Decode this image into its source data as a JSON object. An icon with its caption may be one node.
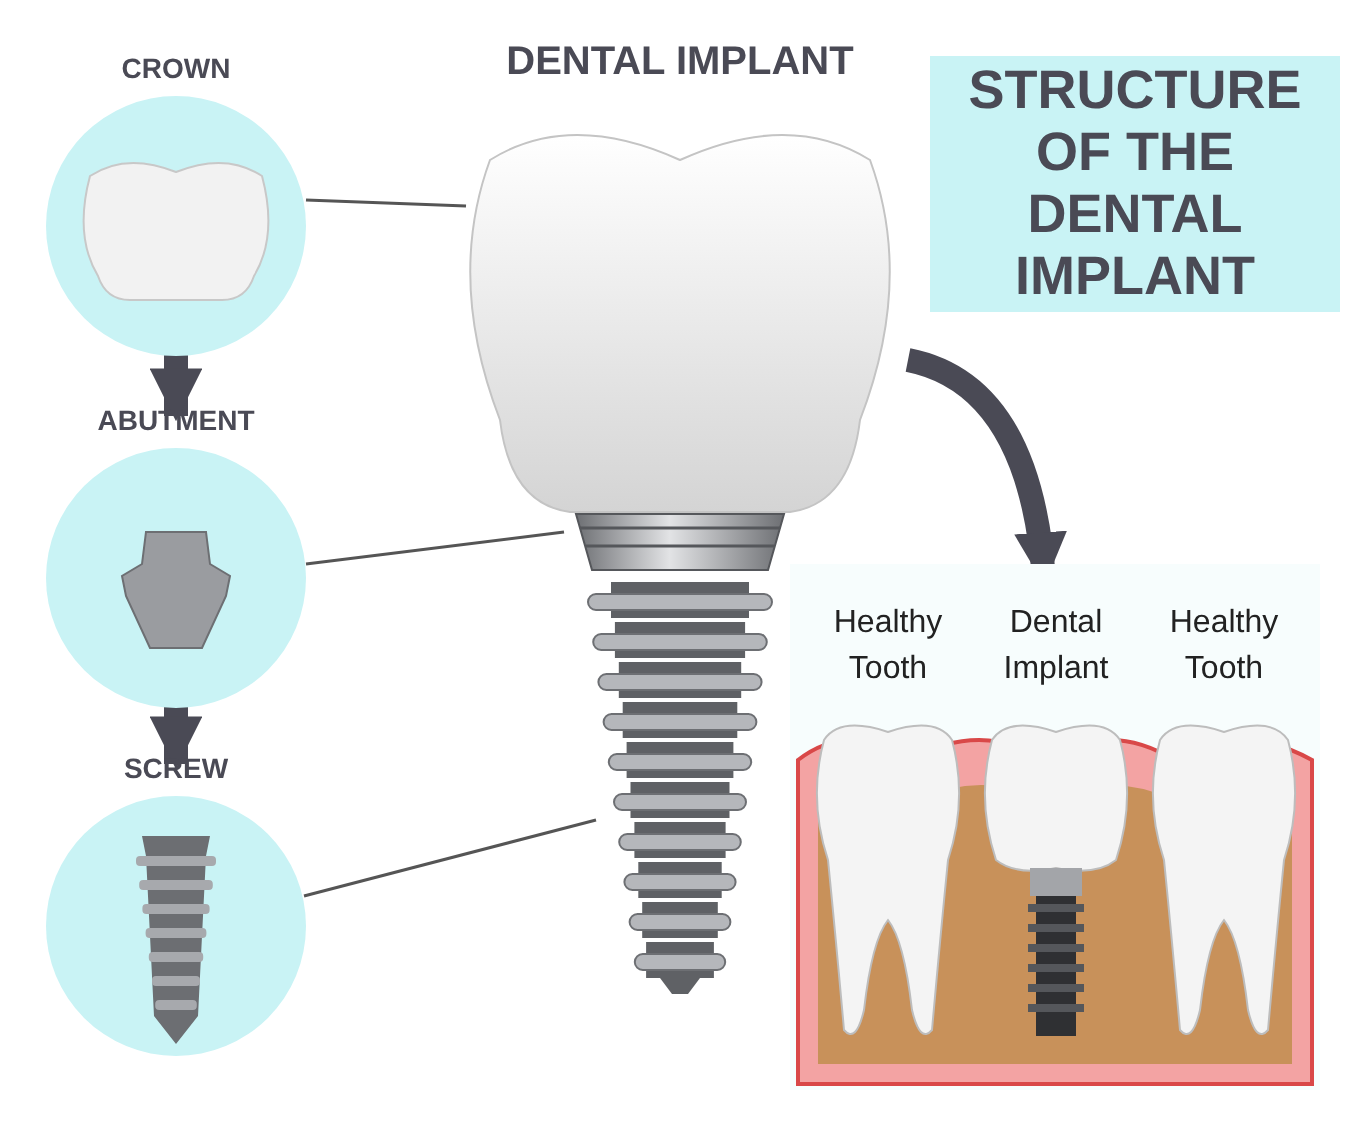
{
  "diagram": {
    "title": "STRUCTURE OF THE DENTAL IMPLANT",
    "nodes": [
      {
        "text": [
          "CROWN"
        ]
      },
      {
        "text": [
          "ABUTMENT"
        ]
      },
      {
        "text": [
          "SCREW"
        ]
      },
      {
        "text": [
          "DENTAL IMPLANT"
        ]
      },
      {
        "text": [],
        "shape": "picture",
        "in": 3
      },
      {
        "text": [],
        "shape": "picture",
        "in": 3
      },
      {
        "text": [],
        "shape": "picture",
        "in": 3
      },
      {
        "text": [],
        "shape": "picture"
      },
      {
        "text": [
          "Healthy Tooth"
        ],
        "in": 7
      },
      {
        "text": [
          "Dental Implant"
        ],
        "in": 7
      },
      {
        "text": [
          "Healthy Tooth"
        ],
        "in": 7
      }
    ],
    "edges": [
      {
        "from": 0,
        "to": 1,
        "arrow": "to",
        "style": "thick"
      },
      {
        "from": 1,
        "to": 2,
        "arrow": "to",
        "style": "thick"
      },
      {
        "from": 0,
        "to": 4,
        "arrow": "none"
      },
      {
        "from": 1,
        "to": 5,
        "arrow": "none"
      },
      {
        "from": 2,
        "to": 6,
        "arrow": "none"
      },
      {
        "from": 3,
        "to": 7,
        "arrow": "to",
        "style": "thick"
      }
    ]
  }
}
